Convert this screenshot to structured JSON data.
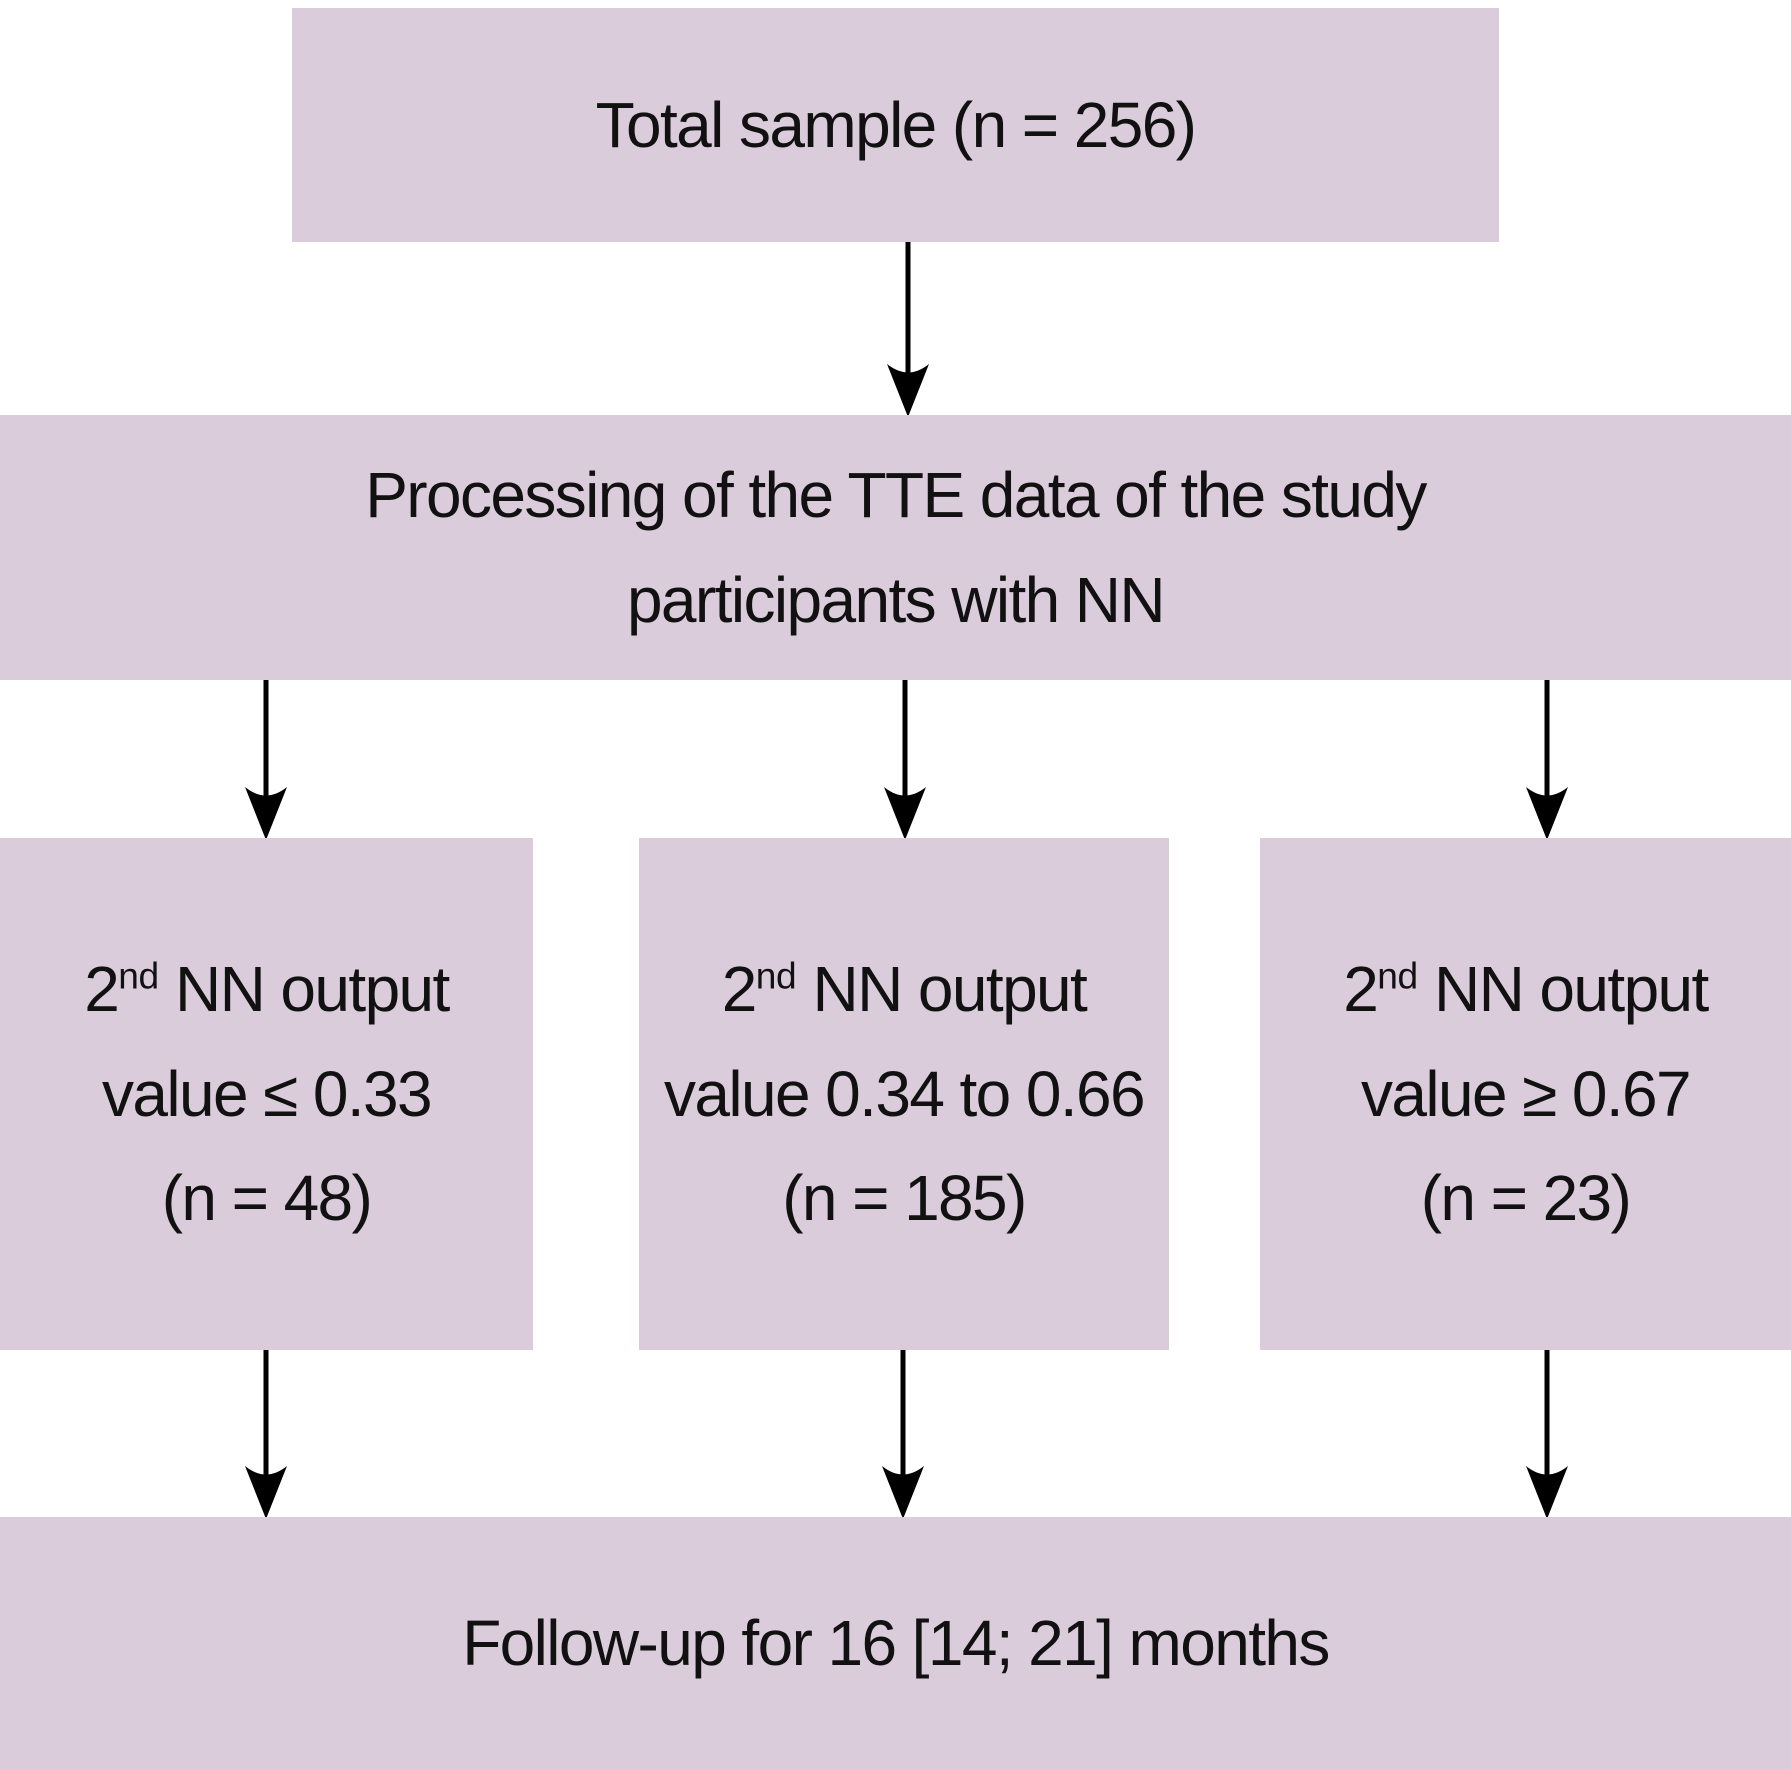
{
  "colors": {
    "background": "#ffffff",
    "box_fill": "#dbccdc",
    "text_color": "#111111",
    "arrow_color": "#000000"
  },
  "boxes": {
    "total": {
      "label": "Total sample (n = 256)"
    },
    "processing": {
      "line1": "Processing of the TTE data of the study",
      "line2": "participants with NN"
    },
    "low": {
      "num": "2",
      "sup": "nd",
      "rest": " NN output",
      "line2": "value ≤ 0.33",
      "line3": "(n = 48)"
    },
    "mid": {
      "num": "2",
      "sup": "nd",
      "rest": " NN output",
      "line2": "value 0.34 to 0.66",
      "line3": "(n = 185)"
    },
    "high": {
      "num": "2",
      "sup": "nd",
      "rest": " NN output",
      "line2": "value ≥ 0.67",
      "line3": "(n = 23)"
    },
    "followup": {
      "label": "Follow-up for 16 [14; 21] months"
    }
  }
}
